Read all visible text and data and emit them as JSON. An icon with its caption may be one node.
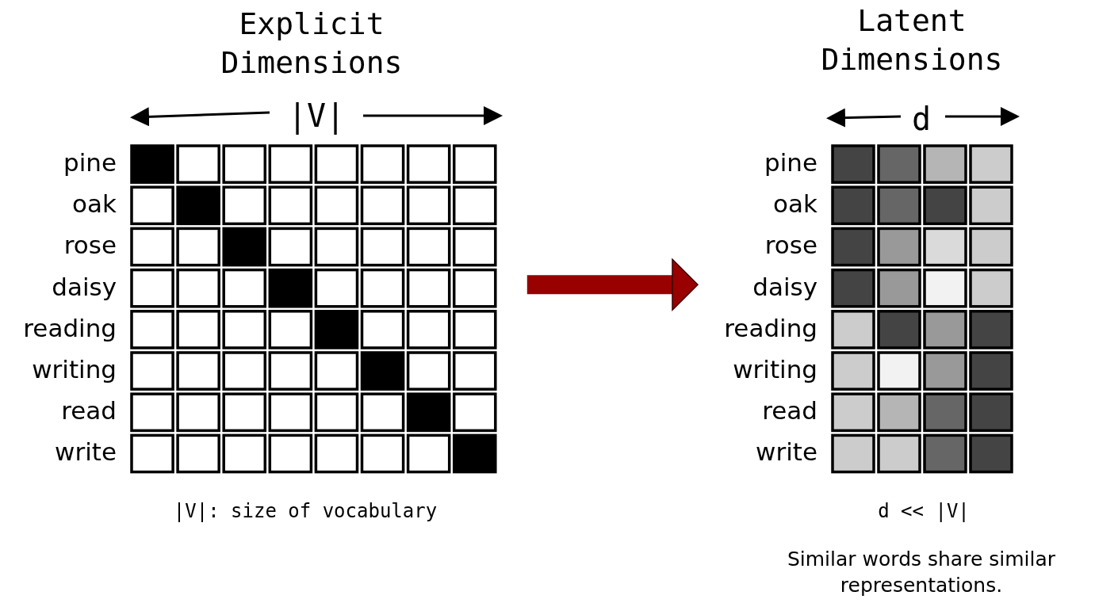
{
  "diagram": {
    "nodes": [
      {
        "text": [],
        "shape": "box",
        "beside": [
          "pine",
          "oak",
          "rose",
          "daisy",
          "reading",
          "writing",
          "read",
          "write"
        ]
      },
      {
        "text": [],
        "shape": "box",
        "beside": [
          "pine",
          "oak",
          "rose",
          "daisy",
          "reading",
          "writing",
          "read",
          "write"
        ]
      }
    ],
    "edges": [
      {
        "from": 0,
        "to": 1,
        "arrow": "to",
        "color": "#990000"
      }
    ],
    "labels": [
      "Explicit Dimensions",
      "Latent Dimensions",
      "|V|",
      "d",
      "|V|: size of vocabulary",
      "d << |V|",
      "Similar words share similar representations."
    ]
  }
}
